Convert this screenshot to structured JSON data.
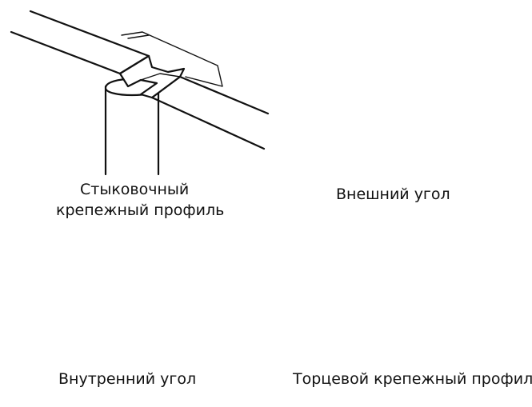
{
  "labels": {
    "butt_profile_line1": "Стыковочный",
    "butt_profile_line2": "крепежный профиль",
    "outer_corner": "Внешний угол",
    "inner_corner": "Внутренний угол",
    "end_profile": "Торцевой крепежный профиль"
  },
  "colors": {
    "line": "#111111",
    "background": "#ffffff"
  }
}
